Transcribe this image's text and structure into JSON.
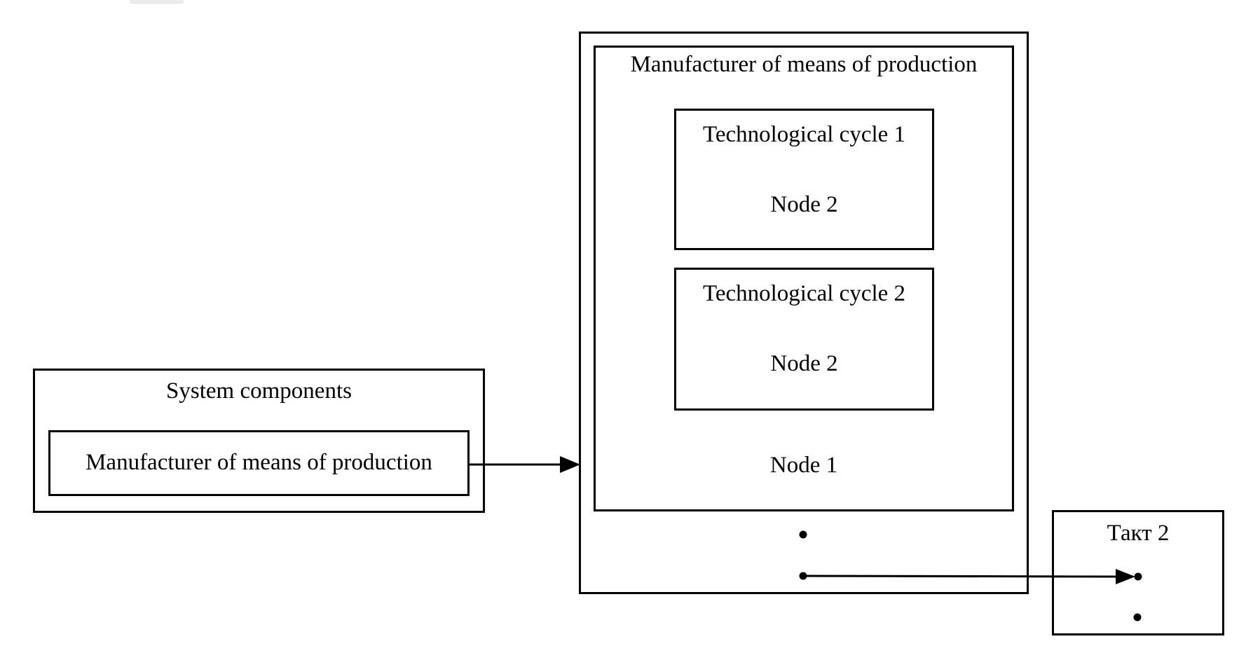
{
  "diagram": {
    "system_components": {
      "title": "System components",
      "item_label": "Manufacturer of means of production"
    },
    "manufacturer": {
      "title": "Manufacturer of means of production",
      "cycles": [
        {
          "title": "Technological cycle 1",
          "node_label": "Node 2"
        },
        {
          "title": "Technological cycle 2",
          "node_label": "Node 2"
        }
      ],
      "node_label": "Node 1"
    },
    "takt": {
      "title": "Такт 2"
    },
    "connections": [
      {
        "from": "system-components-item",
        "to": "manufacturer-box",
        "type": "arrow"
      },
      {
        "from": "manufacturer-port-dot",
        "to": "takt-box-dot",
        "type": "arrow"
      }
    ],
    "colors": {
      "line": "#000000",
      "background": "#ffffff"
    }
  }
}
